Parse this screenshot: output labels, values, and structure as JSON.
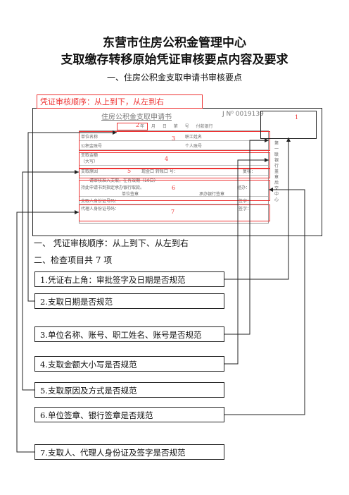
{
  "title_line1": "东营市住房公积金管理中心",
  "title_line2": "支取缴存转移原始凭证审核要点内容及要求",
  "subtitle": "一、住房公积金支取申请书审核要点",
  "order_note": "凭证审核顺序：从上到下，从左到右",
  "form": {
    "title": "住房公积金支取申请书",
    "number": "J  N⁰ 0019139",
    "date_line": "年 月 日 第 号 付款银行",
    "row1_left": "单位名称",
    "row1_right": "职工姓名",
    "row2_left": "公积金账号",
    "row2_right": "个人账号",
    "row3_left": "支取金额",
    "row3_left2": "（大写）",
    "row4_left": "支取原因",
    "row4_mid": "现金口  转账口  号：",
    "row4_right": "复核：",
    "row5_text": "请审核准入支取，在有效期（10日）",
    "row5_text2": "持此申请书到指定承办银行取款。",
    "row5_right": "经办：",
    "row6_left": "单位签章",
    "row6_right": "承办银行签章",
    "row7_left": "支取人身份证号码：",
    "row7_right": "签字：",
    "row8_left": "代理人身份证号码：",
    "row8_right": "签字：",
    "side_text": "第一联银行盖章后交中心"
  },
  "markers": [
    "1",
    "2",
    "3",
    "4",
    "5",
    "6",
    "7"
  ],
  "section_order": "一、 凭证审核顺序：从上到下、从左到右",
  "section_items": "二、检查项目共 7 项",
  "items": [
    "1.凭证右上角：审批签字及日期是否规范",
    "2.支取日期是否规范",
    "3.单位名称、账号、职工姓名、账号是否规范",
    "4.支取金额大小写是否规范",
    "5.支取原因及方式是否规范",
    "6.单位签章、银行签章是否规范",
    "7.支取人、代理人身份证及签字是否规范"
  ],
  "colors": {
    "accent": "#e33333",
    "line": "#222222"
  }
}
